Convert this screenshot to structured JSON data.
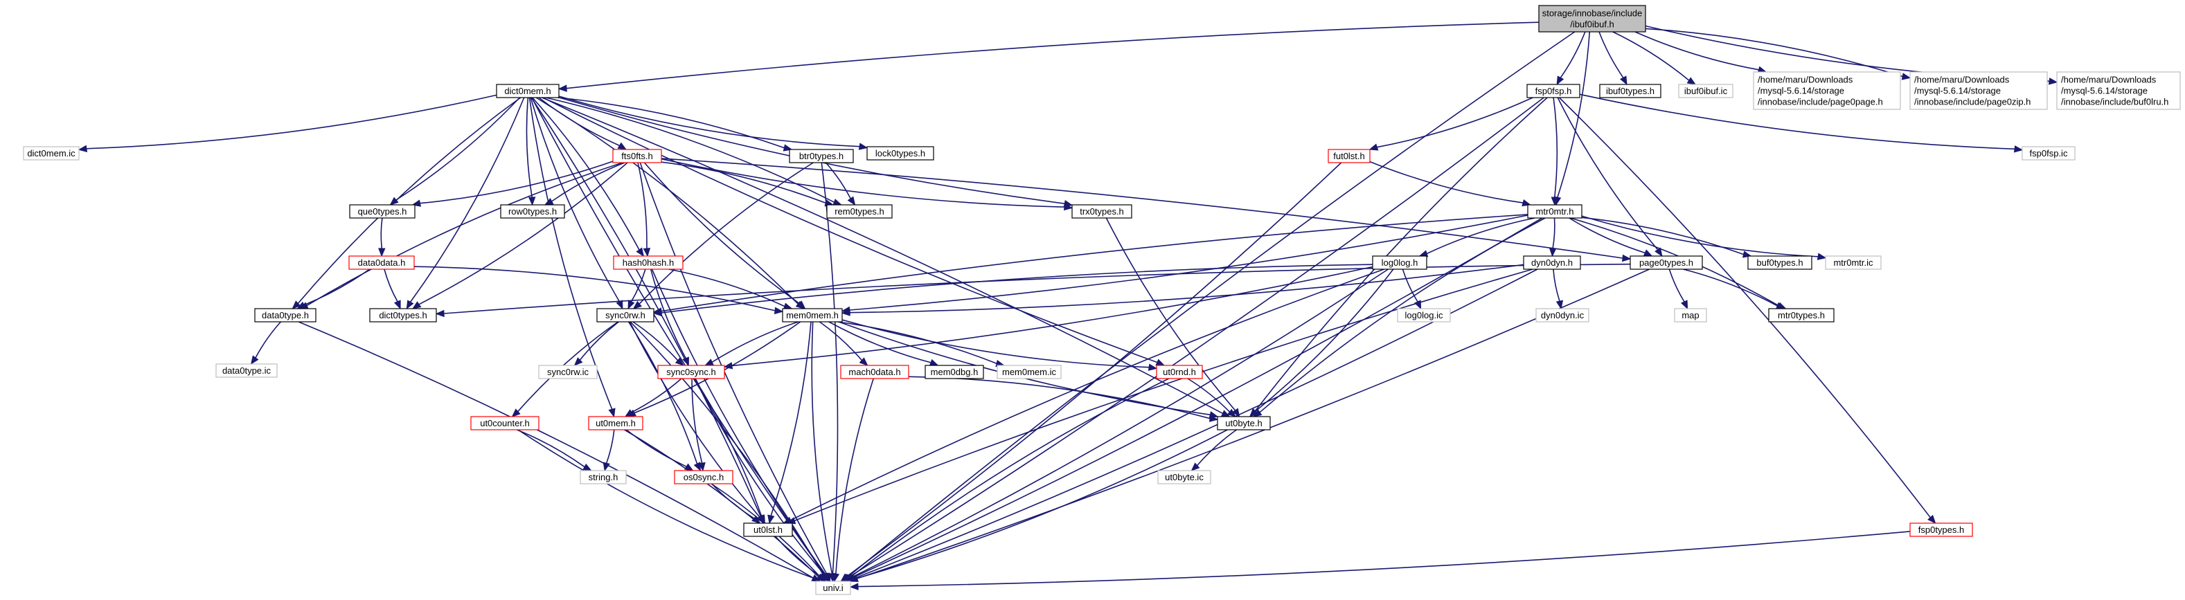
{
  "colors": {
    "edge": "#191970",
    "root_fill": "#bfbfbf",
    "root_border": "#000000",
    "normal_border": "#000000",
    "incomplete_border": "#ff0000",
    "external_border": "#bfbfbf",
    "node_fill": "#ffffff"
  },
  "nodes": [
    {
      "id": "root",
      "lines": [
        "storage/innobase/include",
        "/ibuf0ibuf.h"
      ],
      "style": "root"
    },
    {
      "id": "dict0mem_h",
      "lines": [
        "dict0mem.h"
      ],
      "style": "normal"
    },
    {
      "id": "fsp0fsp_h",
      "lines": [
        "fsp0fsp.h"
      ],
      "style": "normal"
    },
    {
      "id": "ibuf0types_h",
      "lines": [
        "ibuf0types.h"
      ],
      "style": "normal"
    },
    {
      "id": "ibuf0ibuf_ic",
      "lines": [
        "ibuf0ibuf.ic"
      ],
      "style": "external"
    },
    {
      "id": "page0page_h",
      "lines": [
        "/home/maru/Downloads",
        "/mysql-5.6.14/storage",
        "/innobase/include/page0page.h"
      ],
      "style": "external"
    },
    {
      "id": "page0zip_h",
      "lines": [
        "/home/maru/Downloads",
        "/mysql-5.6.14/storage",
        "/innobase/include/page0zip.h"
      ],
      "style": "external"
    },
    {
      "id": "buf0lru_h",
      "lines": [
        "/home/maru/Downloads",
        "/mysql-5.6.14/storage",
        "/innobase/include/buf0lru.h"
      ],
      "style": "external"
    },
    {
      "id": "dict0mem_ic",
      "lines": [
        "dict0mem.ic"
      ],
      "style": "external"
    },
    {
      "id": "fts0fts_h",
      "lines": [
        "fts0fts.h"
      ],
      "style": "incomplete"
    },
    {
      "id": "btr0types_h",
      "lines": [
        "btr0types.h"
      ],
      "style": "normal"
    },
    {
      "id": "lock0types_h",
      "lines": [
        "lock0types.h"
      ],
      "style": "normal"
    },
    {
      "id": "que0types_h",
      "lines": [
        "que0types.h"
      ],
      "style": "normal"
    },
    {
      "id": "row0types_h",
      "lines": [
        "row0types.h"
      ],
      "style": "normal"
    },
    {
      "id": "rem0types_h",
      "lines": [
        "rem0types.h"
      ],
      "style": "normal"
    },
    {
      "id": "trx0types_h",
      "lines": [
        "trx0types.h"
      ],
      "style": "normal"
    },
    {
      "id": "fut0lst_h",
      "lines": [
        "fut0lst.h"
      ],
      "style": "incomplete"
    },
    {
      "id": "fsp0fsp_ic",
      "lines": [
        "fsp0fsp.ic"
      ],
      "style": "external"
    },
    {
      "id": "mtr0mtr_h",
      "lines": [
        "mtr0mtr.h"
      ],
      "style": "normal"
    },
    {
      "id": "data0data_h",
      "lines": [
        "data0data.h"
      ],
      "style": "incomplete"
    },
    {
      "id": "hash0hash_h",
      "lines": [
        "hash0hash.h"
      ],
      "style": "incomplete"
    },
    {
      "id": "log0log_h",
      "lines": [
        "log0log.h"
      ],
      "style": "normal"
    },
    {
      "id": "dyn0dyn_h",
      "lines": [
        "dyn0dyn.h"
      ],
      "style": "normal"
    },
    {
      "id": "page0types_h",
      "lines": [
        "page0types.h"
      ],
      "style": "normal"
    },
    {
      "id": "buf0types_h",
      "lines": [
        "buf0types.h"
      ],
      "style": "normal"
    },
    {
      "id": "mtr0mtr_ic",
      "lines": [
        "mtr0mtr.ic"
      ],
      "style": "external"
    },
    {
      "id": "data0type_h",
      "lines": [
        "data0type.h"
      ],
      "style": "normal"
    },
    {
      "id": "dict0types_h",
      "lines": [
        "dict0types.h"
      ],
      "style": "normal"
    },
    {
      "id": "sync0rw_h",
      "lines": [
        "sync0rw.h"
      ],
      "style": "normal"
    },
    {
      "id": "mem0mem_h",
      "lines": [
        "mem0mem.h"
      ],
      "style": "normal"
    },
    {
      "id": "log0log_ic",
      "lines": [
        "log0log.ic"
      ],
      "style": "external"
    },
    {
      "id": "dyn0dyn_ic",
      "lines": [
        "dyn0dyn.ic"
      ],
      "style": "external"
    },
    {
      "id": "map",
      "lines": [
        "map"
      ],
      "style": "external"
    },
    {
      "id": "mtr0types_h",
      "lines": [
        "mtr0types.h"
      ],
      "style": "normal"
    },
    {
      "id": "data0type_ic",
      "lines": [
        "data0type.ic"
      ],
      "style": "external"
    },
    {
      "id": "sync0rw_ic",
      "lines": [
        "sync0rw.ic"
      ],
      "style": "external"
    },
    {
      "id": "sync0sync_h",
      "lines": [
        "sync0sync.h"
      ],
      "style": "incomplete"
    },
    {
      "id": "mach0data_h",
      "lines": [
        "mach0data.h"
      ],
      "style": "incomplete"
    },
    {
      "id": "mem0dbg_h",
      "lines": [
        "mem0dbg.h"
      ],
      "style": "normal"
    },
    {
      "id": "mem0mem_ic",
      "lines": [
        "mem0mem.ic"
      ],
      "style": "external"
    },
    {
      "id": "ut0rnd_h",
      "lines": [
        "ut0rnd.h"
      ],
      "style": "incomplete"
    },
    {
      "id": "ut0counter_h",
      "lines": [
        "ut0counter.h"
      ],
      "style": "incomplete"
    },
    {
      "id": "ut0mem_h",
      "lines": [
        "ut0mem.h"
      ],
      "style": "incomplete"
    },
    {
      "id": "ut0byte_h",
      "lines": [
        "ut0byte.h"
      ],
      "style": "normal"
    },
    {
      "id": "string_h",
      "lines": [
        "string.h"
      ],
      "style": "external"
    },
    {
      "id": "os0sync_h",
      "lines": [
        "os0sync.h"
      ],
      "style": "incomplete"
    },
    {
      "id": "ut0byte_ic",
      "lines": [
        "ut0byte.ic"
      ],
      "style": "external"
    },
    {
      "id": "ut0lst_h",
      "lines": [
        "ut0lst.h"
      ],
      "style": "normal"
    },
    {
      "id": "fsp0types_h",
      "lines": [
        "fsp0types.h"
      ],
      "style": "incomplete"
    },
    {
      "id": "univ_i",
      "lines": [
        "univ.i"
      ],
      "style": "external"
    }
  ],
  "edges": [
    [
      "root",
      "dict0mem_h"
    ],
    [
      "root",
      "fsp0fsp_h"
    ],
    [
      "root",
      "ibuf0types_h"
    ],
    [
      "root",
      "ibuf0ibuf_ic"
    ],
    [
      "root",
      "page0page_h"
    ],
    [
      "root",
      "page0zip_h"
    ],
    [
      "root",
      "buf0lru_h"
    ],
    [
      "root",
      "mtr0mtr_h"
    ],
    [
      "root",
      "univ_i"
    ],
    [
      "dict0mem_h",
      "dict0mem_ic"
    ],
    [
      "dict0mem_h",
      "fts0fts_h"
    ],
    [
      "dict0mem_h",
      "btr0types_h"
    ],
    [
      "dict0mem_h",
      "lock0types_h"
    ],
    [
      "dict0mem_h",
      "que0types_h"
    ],
    [
      "dict0mem_h",
      "row0types_h"
    ],
    [
      "dict0mem_h",
      "rem0types_h"
    ],
    [
      "dict0mem_h",
      "trx0types_h"
    ],
    [
      "dict0mem_h",
      "hash0hash_h"
    ],
    [
      "dict0mem_h",
      "data0type_h"
    ],
    [
      "dict0mem_h",
      "dict0types_h"
    ],
    [
      "dict0mem_h",
      "sync0rw_h"
    ],
    [
      "dict0mem_h",
      "mem0mem_h"
    ],
    [
      "dict0mem_h",
      "ut0rnd_h"
    ],
    [
      "dict0mem_h",
      "ut0byte_h"
    ],
    [
      "dict0mem_h",
      "ut0mem_h"
    ],
    [
      "dict0mem_h",
      "ut0lst_h"
    ],
    [
      "dict0mem_h",
      "univ_i"
    ],
    [
      "fts0fts_h",
      "que0types_h"
    ],
    [
      "fts0fts_h",
      "row0types_h"
    ],
    [
      "fts0fts_h",
      "rem0types_h"
    ],
    [
      "fts0fts_h",
      "trx0types_h"
    ],
    [
      "fts0fts_h",
      "hash0hash_h"
    ],
    [
      "fts0fts_h",
      "data0type_h"
    ],
    [
      "fts0fts_h",
      "dict0types_h"
    ],
    [
      "fts0fts_h",
      "mem0mem_h"
    ],
    [
      "fts0fts_h",
      "page0types_h"
    ],
    [
      "fts0fts_h",
      "univ_i"
    ],
    [
      "btr0types_h",
      "rem0types_h"
    ],
    [
      "btr0types_h",
      "sync0rw_h"
    ],
    [
      "btr0types_h",
      "univ_i"
    ],
    [
      "que0types_h",
      "data0data_h"
    ],
    [
      "data0data_h",
      "data0type_h"
    ],
    [
      "data0data_h",
      "dict0types_h"
    ],
    [
      "data0data_h",
      "mem0mem_h"
    ],
    [
      "trx0types_h",
      "ut0byte_h"
    ],
    [
      "hash0hash_h",
      "sync0rw_h"
    ],
    [
      "hash0hash_h",
      "sync0sync_h"
    ],
    [
      "hash0hash_h",
      "mem0mem_h"
    ],
    [
      "hash0hash_h",
      "univ_i"
    ],
    [
      "fsp0fsp_h",
      "fut0lst_h"
    ],
    [
      "fsp0fsp_h",
      "fsp0fsp_ic"
    ],
    [
      "fsp0fsp_h",
      "mtr0mtr_h"
    ],
    [
      "fsp0fsp_h",
      "page0types_h"
    ],
    [
      "fsp0fsp_h",
      "fsp0types_h"
    ],
    [
      "fsp0fsp_h",
      "ut0byte_h"
    ],
    [
      "fsp0fsp_h",
      "univ_i"
    ],
    [
      "fut0lst_h",
      "mtr0mtr_h"
    ],
    [
      "fut0lst_h",
      "univ_i"
    ],
    [
      "mtr0mtr_h",
      "log0log_h"
    ],
    [
      "mtr0mtr_h",
      "dyn0dyn_h"
    ],
    [
      "mtr0mtr_h",
      "page0types_h"
    ],
    [
      "mtr0mtr_h",
      "buf0types_h"
    ],
    [
      "mtr0mtr_h",
      "mtr0mtr_ic"
    ],
    [
      "mtr0mtr_h",
      "mtr0types_h"
    ],
    [
      "mtr0mtr_h",
      "sync0rw_h"
    ],
    [
      "mtr0mtr_h",
      "mem0mem_h"
    ],
    [
      "mtr0mtr_h",
      "ut0byte_h"
    ],
    [
      "mtr0mtr_h",
      "univ_i"
    ],
    [
      "log0log_h",
      "log0log_ic"
    ],
    [
      "log0log_h",
      "sync0sync_h"
    ],
    [
      "log0log_h",
      "sync0rw_h"
    ],
    [
      "log0log_h",
      "ut0byte_h"
    ],
    [
      "log0log_h",
      "ut0lst_h"
    ],
    [
      "log0log_h",
      "univ_i"
    ],
    [
      "dyn0dyn_h",
      "dyn0dyn_ic"
    ],
    [
      "dyn0dyn_h",
      "mem0mem_h"
    ],
    [
      "dyn0dyn_h",
      "ut0lst_h"
    ],
    [
      "dyn0dyn_h",
      "univ_i"
    ],
    [
      "page0types_h",
      "map"
    ],
    [
      "page0types_h",
      "mtr0types_h"
    ],
    [
      "page0types_h",
      "dict0types_h"
    ],
    [
      "page0types_h",
      "univ_i"
    ],
    [
      "data0type_h",
      "data0type_ic"
    ],
    [
      "data0type_h",
      "univ_i"
    ],
    [
      "sync0rw_h",
      "sync0rw_ic"
    ],
    [
      "sync0rw_h",
      "sync0sync_h"
    ],
    [
      "sync0rw_h",
      "ut0counter_h"
    ],
    [
      "sync0rw_h",
      "os0sync_h"
    ],
    [
      "sync0rw_h",
      "ut0lst_h"
    ],
    [
      "sync0rw_h",
      "univ_i"
    ],
    [
      "mem0mem_h",
      "sync0sync_h"
    ],
    [
      "mem0mem_h",
      "mach0data_h"
    ],
    [
      "mem0mem_h",
      "mem0dbg_h"
    ],
    [
      "mem0mem_h",
      "mem0mem_ic"
    ],
    [
      "mem0mem_h",
      "ut0rnd_h"
    ],
    [
      "mem0mem_h",
      "ut0mem_h"
    ],
    [
      "mem0mem_h",
      "ut0byte_h"
    ],
    [
      "mem0mem_h",
      "ut0lst_h"
    ],
    [
      "mem0mem_h",
      "univ_i"
    ],
    [
      "sync0sync_h",
      "ut0mem_h"
    ],
    [
      "sync0sync_h",
      "os0sync_h"
    ],
    [
      "sync0sync_h",
      "ut0lst_h"
    ],
    [
      "sync0sync_h",
      "univ_i"
    ],
    [
      "mach0data_h",
      "ut0byte_h"
    ],
    [
      "mach0data_h",
      "univ_i"
    ],
    [
      "ut0rnd_h",
      "ut0byte_h"
    ],
    [
      "ut0rnd_h",
      "univ_i"
    ],
    [
      "ut0counter_h",
      "string_h"
    ],
    [
      "ut0counter_h",
      "univ_i"
    ],
    [
      "ut0mem_h",
      "string_h"
    ],
    [
      "ut0mem_h",
      "os0sync_h"
    ],
    [
      "ut0mem_h",
      "univ_i"
    ],
    [
      "os0sync_h",
      "ut0lst_h"
    ],
    [
      "os0sync_h",
      "univ_i"
    ],
    [
      "ut0byte_h",
      "ut0byte_ic"
    ],
    [
      "ut0byte_h",
      "univ_i"
    ],
    [
      "ut0lst_h",
      "univ_i"
    ],
    [
      "fsp0types_h",
      "univ_i"
    ]
  ]
}
